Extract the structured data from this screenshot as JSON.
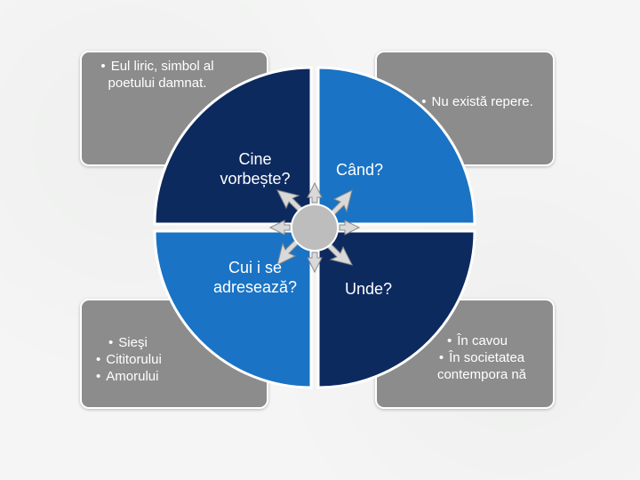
{
  "quadrants": {
    "top_left": {
      "question": "Cine vorbește?",
      "color": "#0d2a5f"
    },
    "top_right": {
      "question": "Când?",
      "color": "#1a73c4"
    },
    "bottom_left": {
      "question": "Cui i se adresează?",
      "color": "#1a73c4"
    },
    "bottom_right": {
      "question": "Unde?",
      "color": "#0d2a5f"
    }
  },
  "notes": {
    "top_left": {
      "items": [
        "Eul liric, simbol al poetului damnat."
      ]
    },
    "top_right": {
      "items": [
        "Nu există repere."
      ]
    },
    "bottom_left": {
      "items": [
        "Sieşi",
        "Cititorului",
        "Amorului"
      ]
    },
    "bottom_right": {
      "items": [
        "În cavou",
        "În societatea contempora nă"
      ]
    }
  },
  "colors": {
    "note_bg": "#8c8c8c",
    "hub": "#bdbdbd",
    "arrow": "#d9d9d9"
  }
}
